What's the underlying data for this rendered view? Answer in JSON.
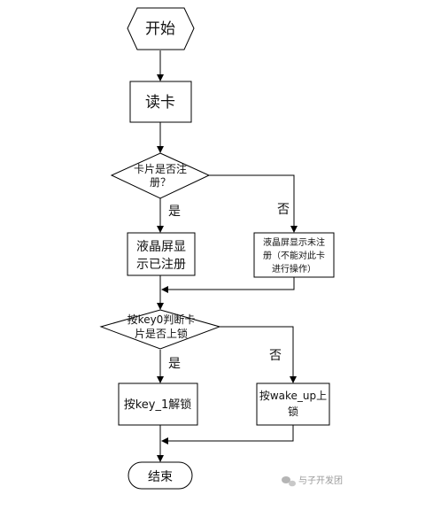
{
  "nodes": {
    "start": {
      "label": "开始"
    },
    "read_card": {
      "label": "读卡"
    },
    "decision_registered": {
      "line1": "卡片是否注",
      "line2": "册？"
    },
    "show_registered": {
      "line1": "液晶屏显",
      "line2": "示已注册"
    },
    "show_unregistered": {
      "line1": "液晶屏显示未注",
      "line2": "册（不能对此卡",
      "line3": "进行操作）"
    },
    "decision_locked": {
      "line1": "按key0判断卡",
      "line2": "片是否上锁"
    },
    "unlock": {
      "label": "按key_1解锁"
    },
    "lock": {
      "line1": "按wake_up上",
      "line2": "锁"
    },
    "end": {
      "label": "结束"
    }
  },
  "edge_labels": {
    "yes_1": "是",
    "no_1": "否",
    "yes_2": "是",
    "no_2": "否"
  },
  "watermark": {
    "text": "与子开发团",
    "icon": "wechat-logo-icon"
  }
}
